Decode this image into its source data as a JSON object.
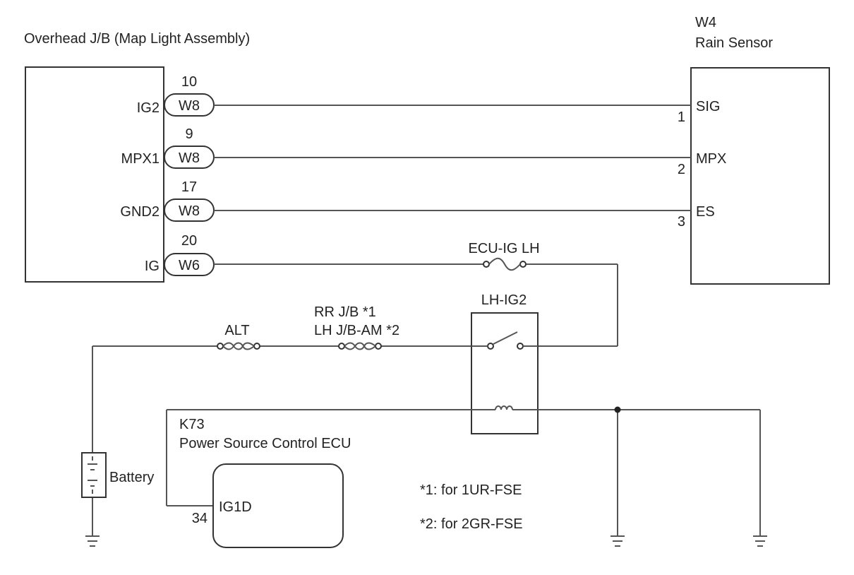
{
  "overhead_jb": {
    "title": "Overhead J/B (Map Light Assembly)",
    "pins": [
      {
        "label": "IG2",
        "connector": "W8",
        "number": "10"
      },
      {
        "label": "MPX1",
        "connector": "W8",
        "number": "9"
      },
      {
        "label": "GND2",
        "connector": "W8",
        "number": "17"
      },
      {
        "label": "IG",
        "connector": "W6",
        "number": "20"
      }
    ]
  },
  "rain_sensor": {
    "code": "W4",
    "name": "Rain Sensor",
    "pins": [
      {
        "label": "SIG",
        "number": "1"
      },
      {
        "label": "MPX",
        "number": "2"
      },
      {
        "label": "ES",
        "number": "3"
      }
    ]
  },
  "fuses": {
    "ecu_ig_lh": "ECU-IG LH",
    "alt": "ALT",
    "rr_jb": "RR J/B *1",
    "lh_jb_am": "LH J/B-AM *2"
  },
  "relay": {
    "label": "LH-IG2"
  },
  "battery": {
    "label": "Battery"
  },
  "ecu": {
    "code": "K73",
    "name": "Power Source Control ECU",
    "pin_label": "IG1D",
    "pin_number": "34"
  },
  "notes": [
    "*1: for 1UR-FSE",
    "*2: for 2GR-FSE"
  ]
}
